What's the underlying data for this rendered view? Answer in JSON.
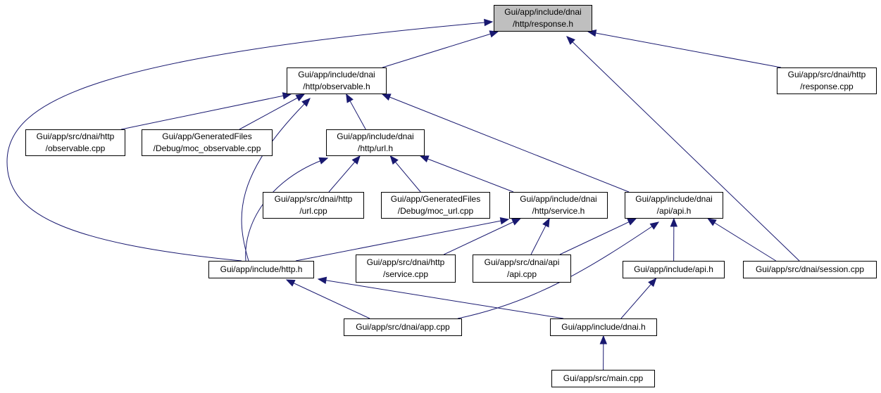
{
  "colors": {
    "edge": "#191970",
    "node_border": "#000000",
    "root_fill": "#bfbfbf",
    "node_fill": "#ffffff"
  },
  "nodes": {
    "response_h": {
      "lines": [
        "Gui/app/include/dnai",
        "/http/response.h"
      ]
    },
    "response_cpp": {
      "lines": [
        "Gui/app/src/dnai/http",
        "/response.cpp"
      ]
    },
    "observable_h": {
      "lines": [
        "Gui/app/include/dnai",
        "/http/observable.h"
      ]
    },
    "observable_cpp": {
      "lines": [
        "Gui/app/src/dnai/http",
        "/observable.cpp"
      ]
    },
    "moc_observable": {
      "lines": [
        "Gui/app/GeneratedFiles",
        "/Debug/moc_observable.cpp"
      ]
    },
    "url_h": {
      "lines": [
        "Gui/app/include/dnai",
        "/http/url.h"
      ]
    },
    "url_cpp": {
      "lines": [
        "Gui/app/src/dnai/http",
        "/url.cpp"
      ]
    },
    "moc_url": {
      "lines": [
        "Gui/app/GeneratedFiles",
        "/Debug/moc_url.cpp"
      ]
    },
    "service_h": {
      "lines": [
        "Gui/app/include/dnai",
        "/http/service.h"
      ]
    },
    "api_h_dnai": {
      "lines": [
        "Gui/app/include/dnai",
        "/api/api.h"
      ]
    },
    "http_h": {
      "lines": [
        "Gui/app/include/http.h"
      ]
    },
    "service_cpp": {
      "lines": [
        "Gui/app/src/dnai/http",
        "/service.cpp"
      ]
    },
    "api_cpp": {
      "lines": [
        "Gui/app/src/dnai/api",
        "/api.cpp"
      ]
    },
    "api_h": {
      "lines": [
        "Gui/app/include/api.h"
      ]
    },
    "session_cpp": {
      "lines": [
        "Gui/app/src/dnai/session.cpp"
      ]
    },
    "app_cpp": {
      "lines": [
        "Gui/app/src/dnai/app.cpp"
      ]
    },
    "dnai_h": {
      "lines": [
        "Gui/app/include/dnai.h"
      ]
    },
    "main_cpp": {
      "lines": [
        "Gui/app/src/main.cpp"
      ]
    }
  },
  "edges": [
    [
      "response_cpp",
      "response_h"
    ],
    [
      "observable_h",
      "response_h"
    ],
    [
      "http_h",
      "response_h"
    ],
    [
      "session_cpp",
      "response_h"
    ],
    [
      "observable_cpp",
      "observable_h"
    ],
    [
      "moc_observable",
      "observable_h"
    ],
    [
      "url_h",
      "observable_h"
    ],
    [
      "http_h",
      "observable_h"
    ],
    [
      "api_h_dnai",
      "observable_h"
    ],
    [
      "url_cpp",
      "url_h"
    ],
    [
      "moc_url",
      "url_h"
    ],
    [
      "service_h",
      "url_h"
    ],
    [
      "http_h",
      "url_h"
    ],
    [
      "http_h",
      "service_h"
    ],
    [
      "service_cpp",
      "service_h"
    ],
    [
      "api_cpp",
      "service_h"
    ],
    [
      "api_cpp",
      "api_h_dnai"
    ],
    [
      "app_cpp",
      "api_h_dnai"
    ],
    [
      "api_h",
      "api_h_dnai"
    ],
    [
      "session_cpp",
      "api_h_dnai"
    ],
    [
      "dnai_h",
      "api_h"
    ],
    [
      "app_cpp",
      "http_h"
    ],
    [
      "dnai_h",
      "http_h"
    ],
    [
      "main_cpp",
      "dnai_h"
    ]
  ]
}
